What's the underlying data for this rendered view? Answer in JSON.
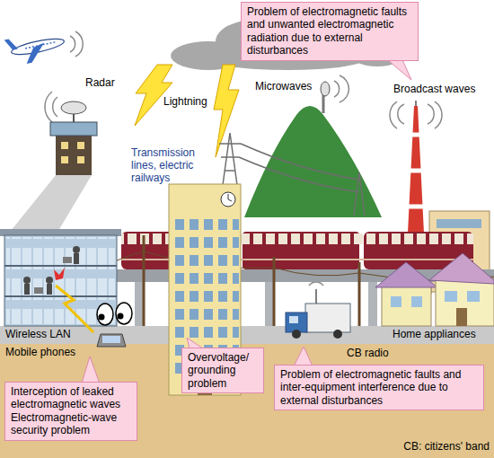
{
  "diagram": {
    "nodes": [
      {
        "text": [
          "Problem of electromagnetic faults and unwanted electromagnetic radiation due to external disturbances"
        ]
      },
      {
        "text": [
          "Interception of leaked electromagnetic waves",
          "Electromagnetic-wave security problem"
        ]
      },
      {
        "text": [
          "Overvoltage/ grounding problem"
        ]
      },
      {
        "text": [
          "Problem of electromagnetic faults and inter-equipment interference due to external disturbances"
        ]
      }
    ],
    "labels": [
      "Radar",
      "Lightning",
      "Transmission lines, electric railways",
      "Microwaves",
      "Broadcast waves",
      "Wireless LAN",
      "Mobile phones",
      "Home appliances",
      "CB radio",
      "CB: citizens' band"
    ]
  }
}
